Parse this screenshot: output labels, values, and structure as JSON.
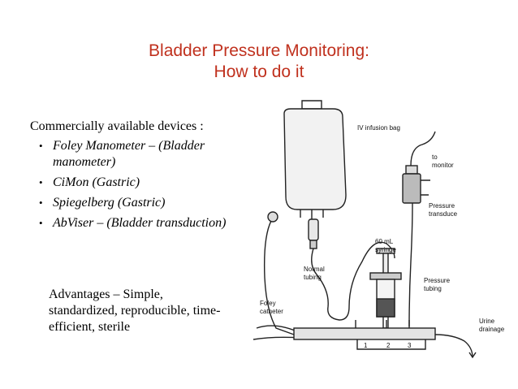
{
  "title": {
    "line1": "Bladder Pressure Monitoring:",
    "line2": "How to do it"
  },
  "intro": "Commercially available devices :",
  "devices": [
    "Foley Manometer – (Bladder manometer)",
    "CiMon (Gastric)",
    "Spiegelberg (Gastric)",
    "AbViser – (Bladder transduction)"
  ],
  "advantages": {
    "line1": "Advantages – Simple,",
    "line2": "standardized, reproducible, time-",
    "line3": "efficient, sterile"
  },
  "diagram": {
    "iv_bag": "IV infusion bag",
    "to_monitor_1": "to",
    "to_monitor_2": "monitor",
    "pressure_transducer_1": "Pressure",
    "pressure_transducer_2": "transduce",
    "syringe_1": "60 mL",
    "syringe_2": "syringe",
    "normal_tubing_1": "Normal",
    "normal_tubing_2": "tubing",
    "pressure_tubing_1": "Pressure",
    "pressure_tubing_2": "tubing",
    "foley_1": "Foley",
    "foley_2": "catheter",
    "urine_1": "Urine",
    "urine_2": "drainage",
    "port_1": "1",
    "port_2": "2",
    "port_3": "3"
  }
}
